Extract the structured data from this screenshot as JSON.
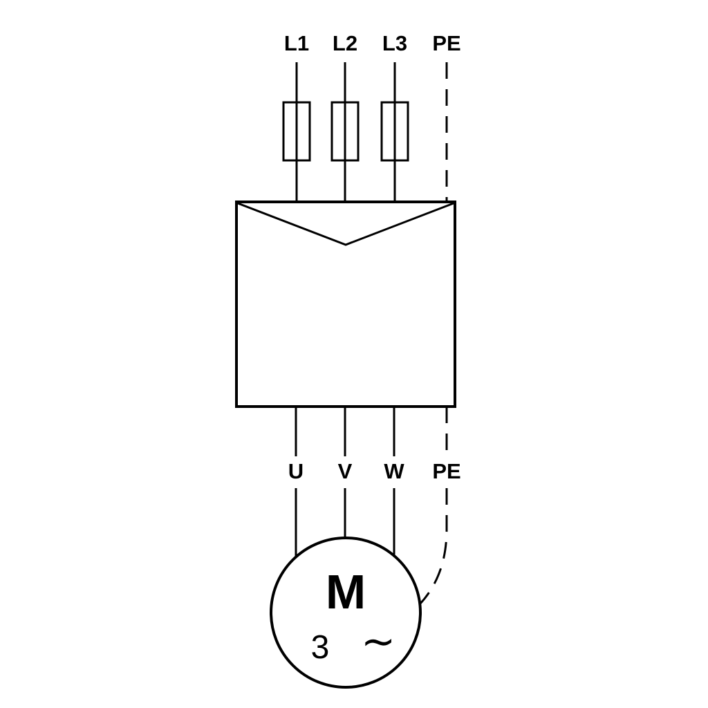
{
  "colors": {
    "line": "#000000",
    "background": "#ffffff"
  },
  "supply_terminals": {
    "l1": "L1",
    "l2": "L2",
    "l3": "L3",
    "pe": "PE"
  },
  "output_terminals": {
    "u": "U",
    "v": "V",
    "w": "W",
    "pe": "PE"
  },
  "motor": {
    "designation": "M",
    "phase_count": "3",
    "ac_symbol": "∼"
  }
}
